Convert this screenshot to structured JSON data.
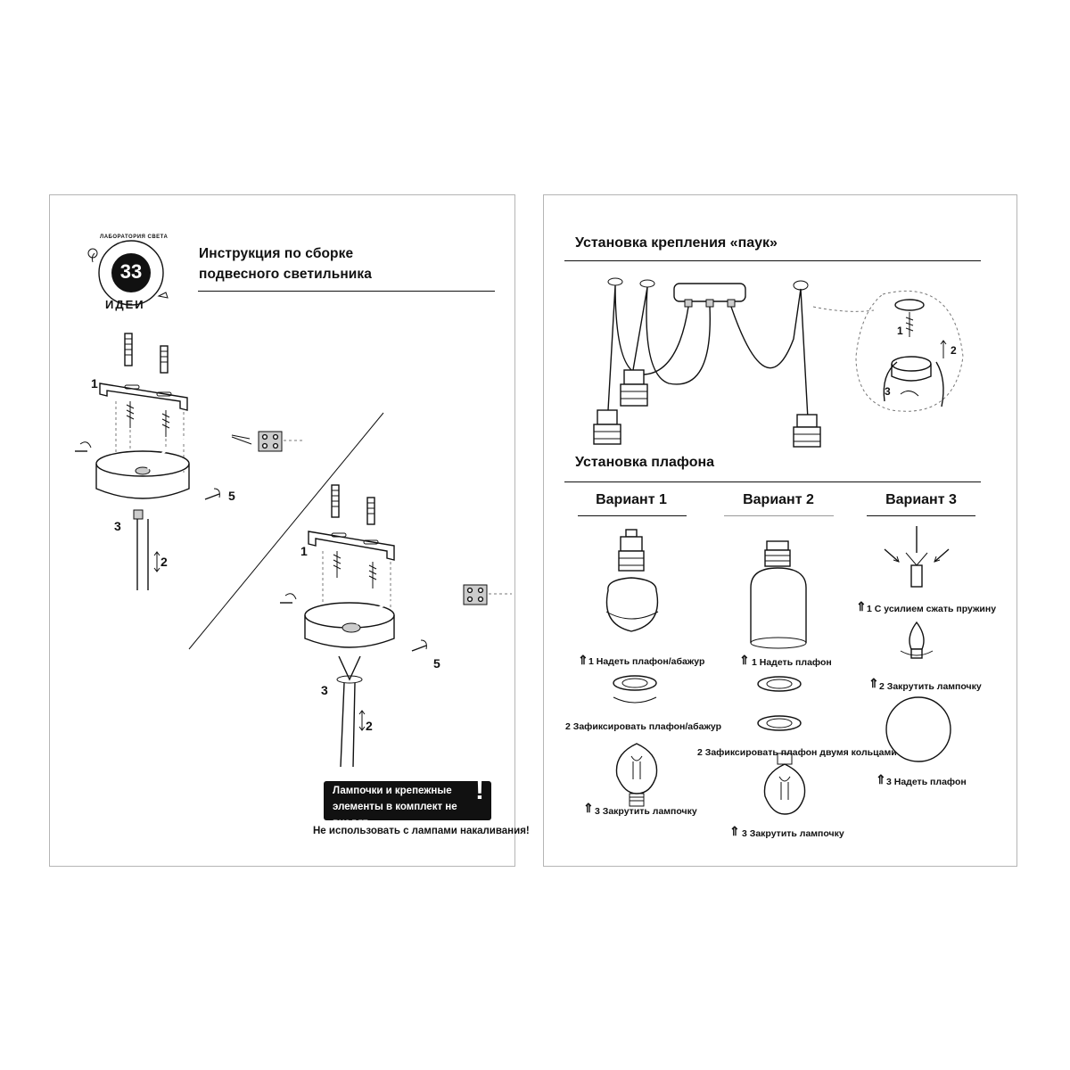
{
  "left": {
    "logo": {
      "arc_top": "ЛАБОРАТОРИЯ СВЕТА",
      "number": "33",
      "word": "ИДЕИ"
    },
    "title": [
      "Инструкция по сборке",
      "подвесного светильника"
    ],
    "diagram1": {
      "step1": "1",
      "step2": "2",
      "step3": "3",
      "step5": "5"
    },
    "diagram2": {
      "step1": "1",
      "step2": "2",
      "step3": "3",
      "step5": "5"
    },
    "warning": {
      "box_lines": [
        "Лампочки  и крепежные",
        "элементы в комплект не входят"
      ],
      "mark": "!",
      "note": "Не использовать с лампами накаливания!"
    }
  },
  "right": {
    "spider_title": "Установка крепления «паук»",
    "spider_steps": {
      "step1": "1",
      "step2": "2",
      "step3": "3"
    },
    "shade_title": "Установка плафона",
    "variants": [
      {
        "name": "Вариант 1",
        "steps": [
          "1 Надеть плафон/абажур",
          "2 Зафиксировать плафон/абажур",
          "3 Закрутить лампочку"
        ]
      },
      {
        "name": "Вариант 2",
        "steps": [
          "1 Надеть плафон",
          "2 Зафиксировать плафон двумя кольцами",
          "3 Закрутить лампочку"
        ]
      },
      {
        "name": "Вариант 3",
        "steps": [
          "1 С усилием сжать пружину",
          "2 Закрутить лампочку",
          "3 Надеть плафон"
        ]
      }
    ]
  }
}
